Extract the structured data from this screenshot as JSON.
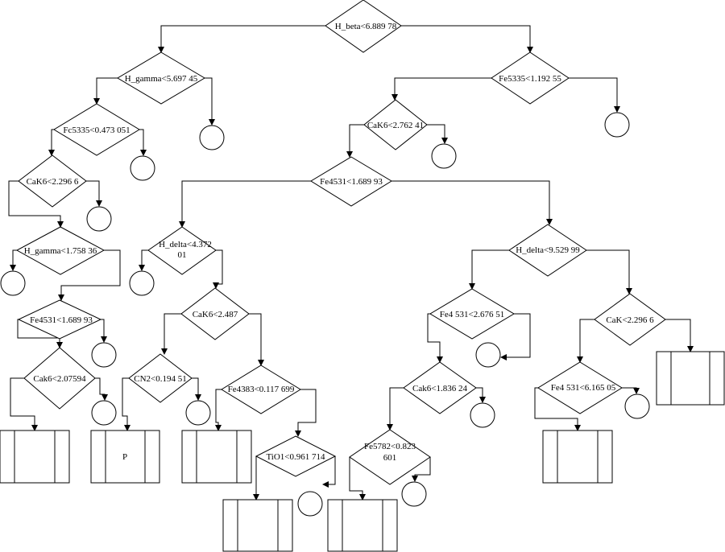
{
  "diagram": {
    "decisions": {
      "d1": "H_beta<6.889 78",
      "d2": "H_gamma<5.697 45",
      "d3": "Fe5335<1.192 55",
      "d4": "Fc5335<0.473 051",
      "d5": "CaK6<2.762 41",
      "d6": "CaK6<2.296 6",
      "d7": "Fe4531<1.689 93",
      "d8": "H_gamma<1.758 36",
      "d9": "H_delta<4.372",
      "d9b": "01",
      "d10": "H_delta<9.529 99",
      "d11": "Fe4531<1.689 93",
      "d12": "CaK6<2.487",
      "d13": "Fe4 531<2.676 51",
      "d14": "CaK<2.296 6",
      "d15": "Cak6<2.07594",
      "d16": "CN2<0.194 51",
      "d17": "Fe4383<0.117 699",
      "d18": "Cak6<1.836 24",
      "d19": "Fe4 531<6.165 05",
      "d20": "TiO1<0.961 714",
      "d21": "Fe5782<0.823",
      "d21b": "601"
    },
    "leaves": {
      "L2": "P"
    }
  }
}
